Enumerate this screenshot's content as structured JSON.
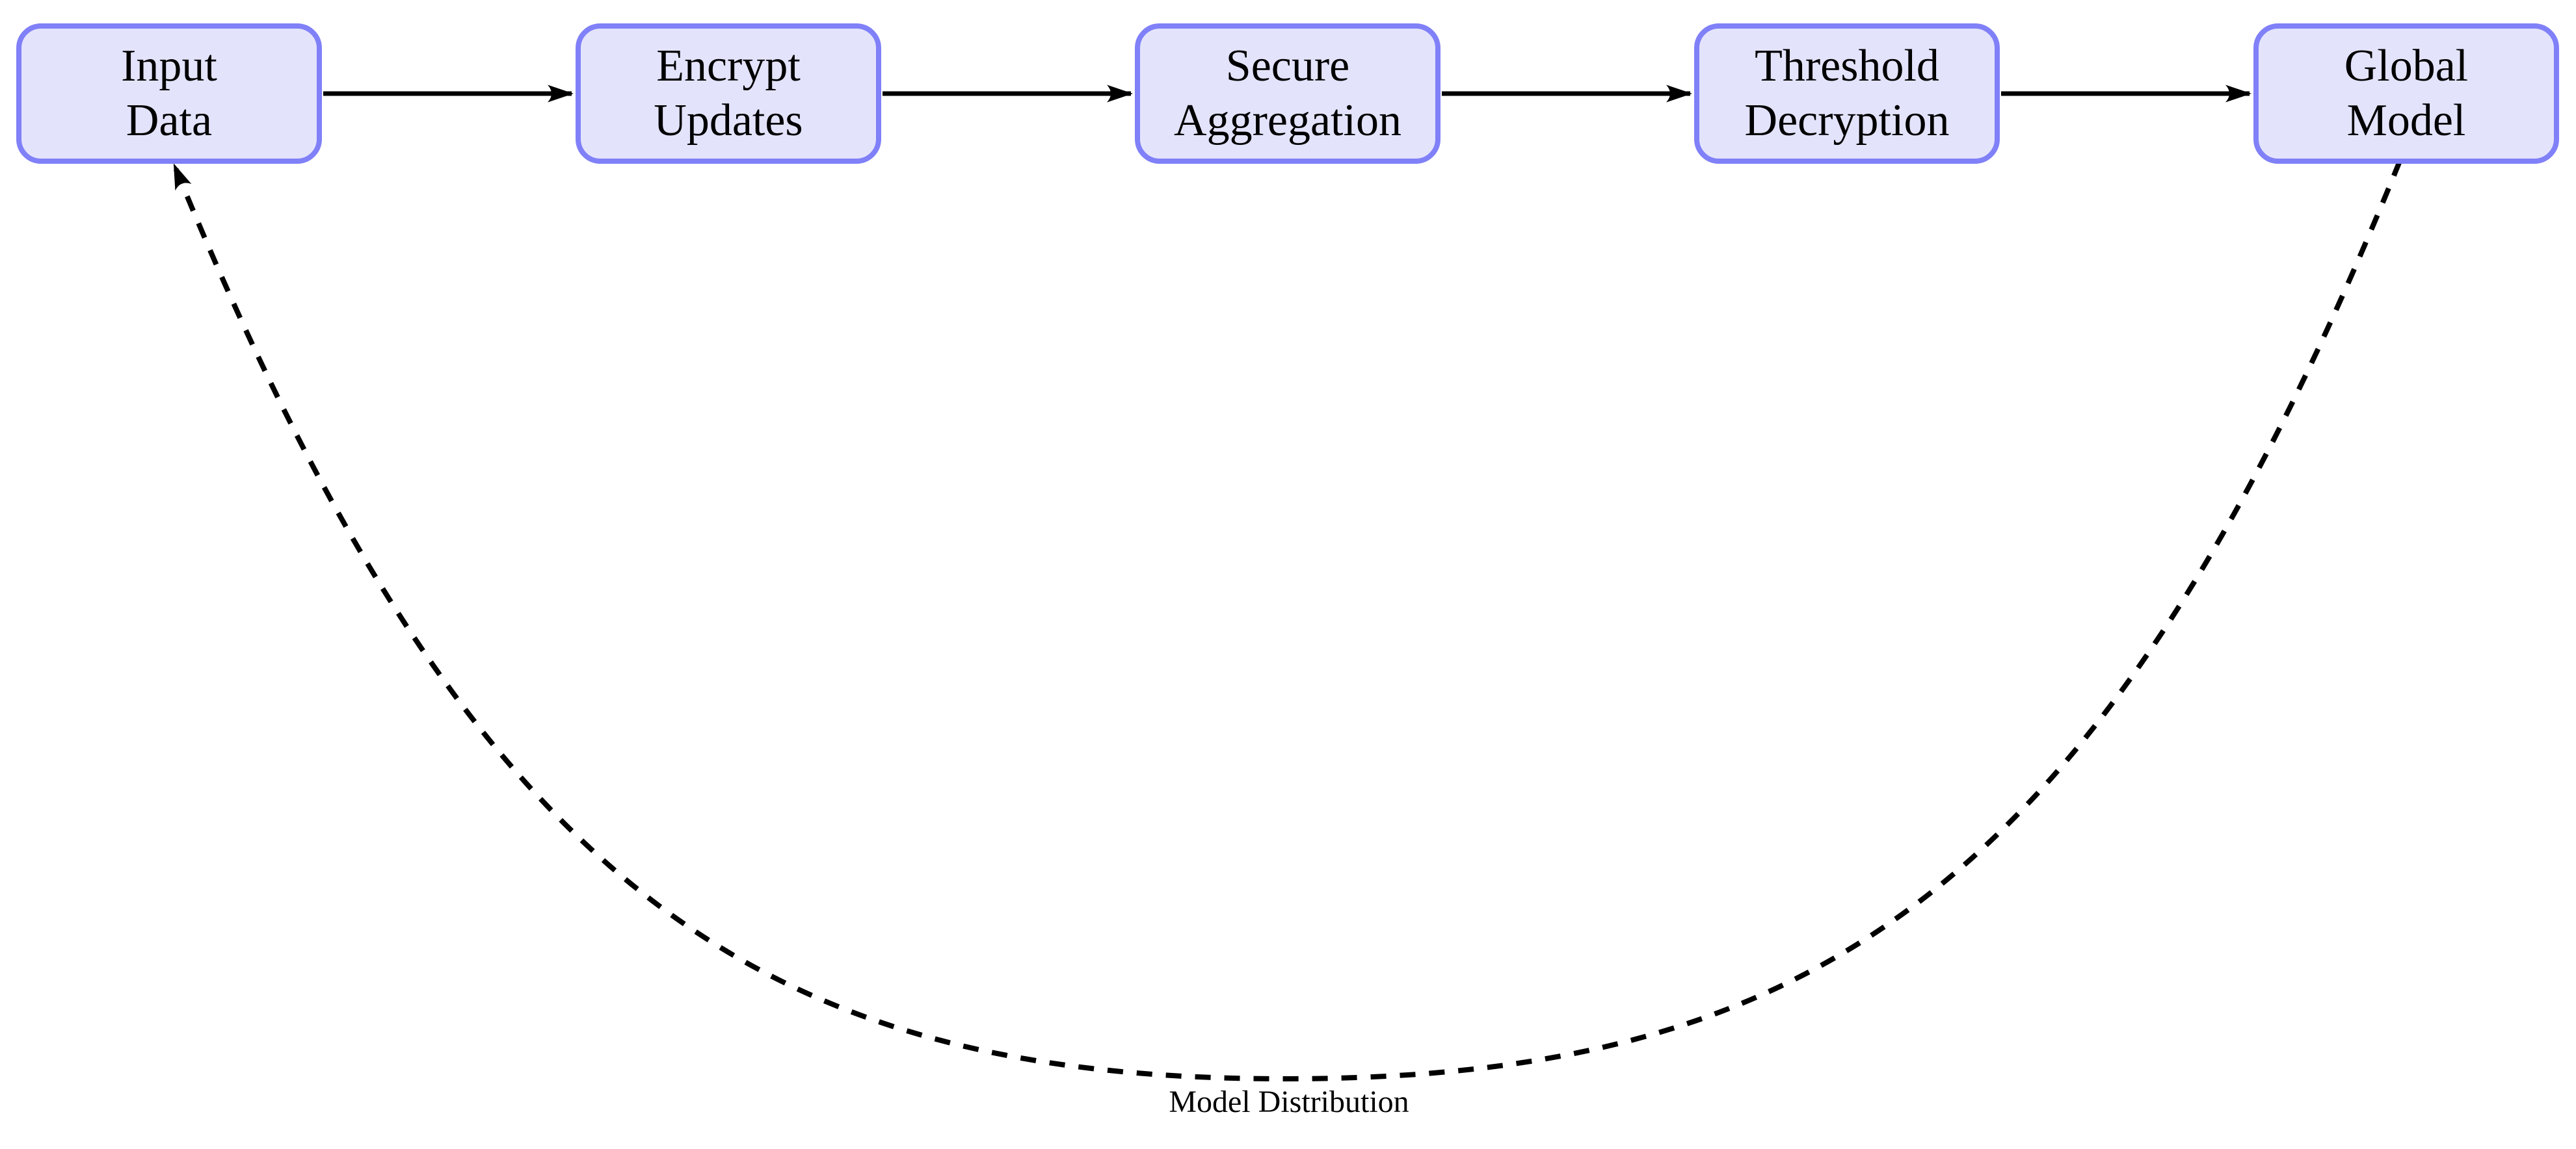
{
  "diagram": {
    "type": "flowchart",
    "colors": {
      "node_fill": "#e3e3fc",
      "node_border": "#8080f8",
      "arrow": "#000000",
      "text": "#000000",
      "background": "#ffffff"
    },
    "nodes": [
      {
        "id": "input-data",
        "label": "Input\nData"
      },
      {
        "id": "encrypt-updates",
        "label": "Encrypt\nUpdates"
      },
      {
        "id": "secure-aggregation",
        "label": "Secure\nAggregation"
      },
      {
        "id": "threshold-decryption",
        "label": "Threshold\nDecryption"
      },
      {
        "id": "global-model",
        "label": "Global\nModel"
      }
    ],
    "edges": [
      {
        "from": "input-data",
        "to": "encrypt-updates",
        "style": "solid-arrow",
        "label": ""
      },
      {
        "from": "encrypt-updates",
        "to": "secure-aggregation",
        "style": "solid-arrow",
        "label": ""
      },
      {
        "from": "secure-aggregation",
        "to": "threshold-decryption",
        "style": "solid-arrow",
        "label": ""
      },
      {
        "from": "threshold-decryption",
        "to": "global-model",
        "style": "solid-arrow",
        "label": ""
      },
      {
        "from": "global-model",
        "to": "input-data",
        "style": "dashed-curved-arrow",
        "label": "Model Distribution"
      }
    ]
  }
}
